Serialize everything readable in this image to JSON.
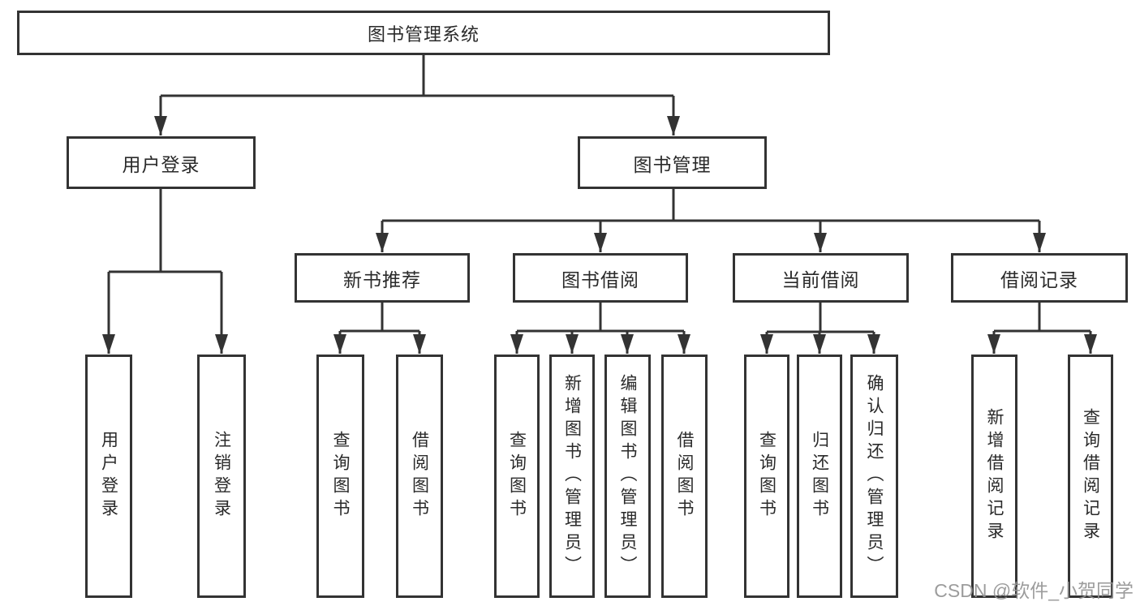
{
  "diagram": {
    "type": "hierarchy-tree",
    "root": {
      "label": "图书管理系统"
    },
    "children": [
      {
        "label": "用户登录",
        "children": [
          {
            "label": "用户登录"
          },
          {
            "label": "注销登录"
          }
        ]
      },
      {
        "label": "图书管理",
        "children": [
          {
            "label": "新书推荐",
            "children": [
              {
                "label": "查询图书"
              },
              {
                "label": "借阅图书"
              }
            ]
          },
          {
            "label": "图书借阅",
            "children": [
              {
                "label": "查询图书"
              },
              {
                "label": "新增图书（管理员）"
              },
              {
                "label": "编辑图书（管理员）"
              },
              {
                "label": "借阅图书"
              }
            ]
          },
          {
            "label": "当前借阅",
            "children": [
              {
                "label": "查询图书"
              },
              {
                "label": "归还图书"
              },
              {
                "label": "确认归还（管理员）"
              }
            ]
          },
          {
            "label": "借阅记录",
            "children": [
              {
                "label": "新增借阅记录"
              },
              {
                "label": "查询借阅记录"
              }
            ]
          }
        ]
      }
    ]
  },
  "colors": {
    "box_border": "#333333",
    "connector_line": "#333333",
    "text": "#2a2a2a",
    "watermark_gray": "#949494",
    "background": "#ffffff"
  },
  "watermark": {
    "text": "CSDN @软件_小贺同学"
  }
}
